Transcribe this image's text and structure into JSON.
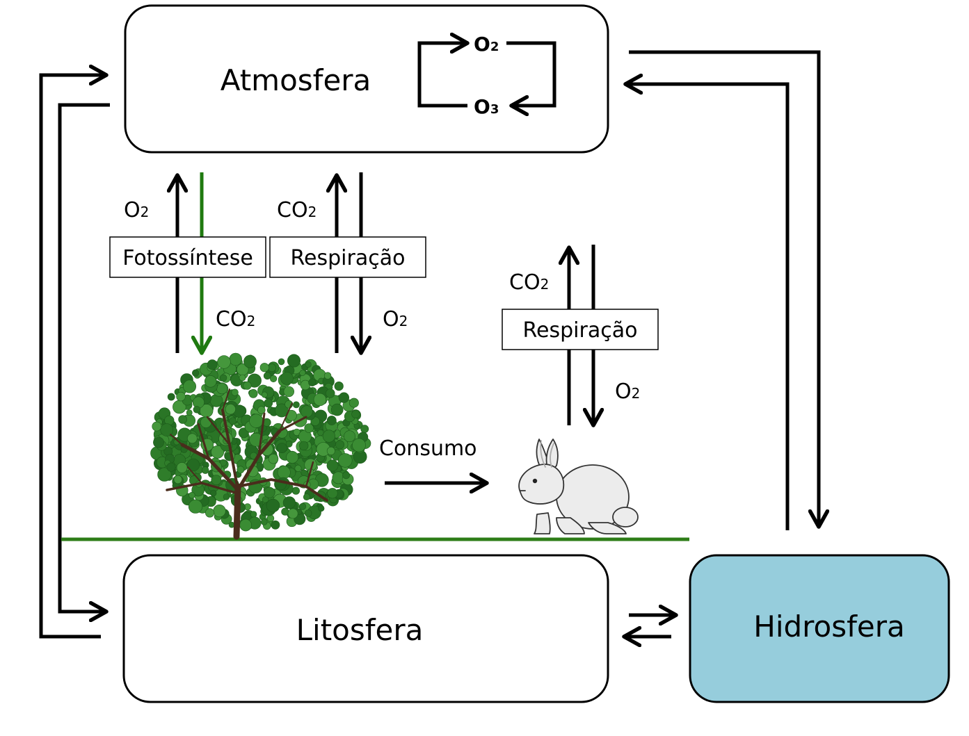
{
  "spheres": {
    "atmosphere": "Atmosfera",
    "lithosphere": "Litosfera",
    "hydrosphere": "Hidrosfera"
  },
  "ozone_cycle": {
    "o2": "O",
    "o2_sub": "2",
    "o3": "O",
    "o3_sub": "3"
  },
  "processes": {
    "photosynthesis": "Fotossíntese",
    "plant_respiration": "Respiração",
    "animal_respiration": "Respiração",
    "consumption": "Consumo"
  },
  "gases": {
    "photo_o2": "O",
    "photo_o2_sub": "2",
    "photo_co2": "CO",
    "photo_co2_sub": "2",
    "plant_resp_co2": "CO",
    "plant_resp_co2_sub": "2",
    "plant_resp_o2": "O",
    "plant_resp_o2_sub": "2",
    "animal_resp_co2": "CO",
    "animal_resp_co2_sub": "2",
    "animal_resp_o2": "O",
    "animal_resp_o2_sub": "2"
  },
  "colors": {
    "hydrosphere_fill": "#96cddc",
    "ground_line": "#2e7d18",
    "photosynthesis_arrow": "#1f7a10",
    "foliage": "#2f7d2a",
    "trunk": "#4a2c1c"
  }
}
